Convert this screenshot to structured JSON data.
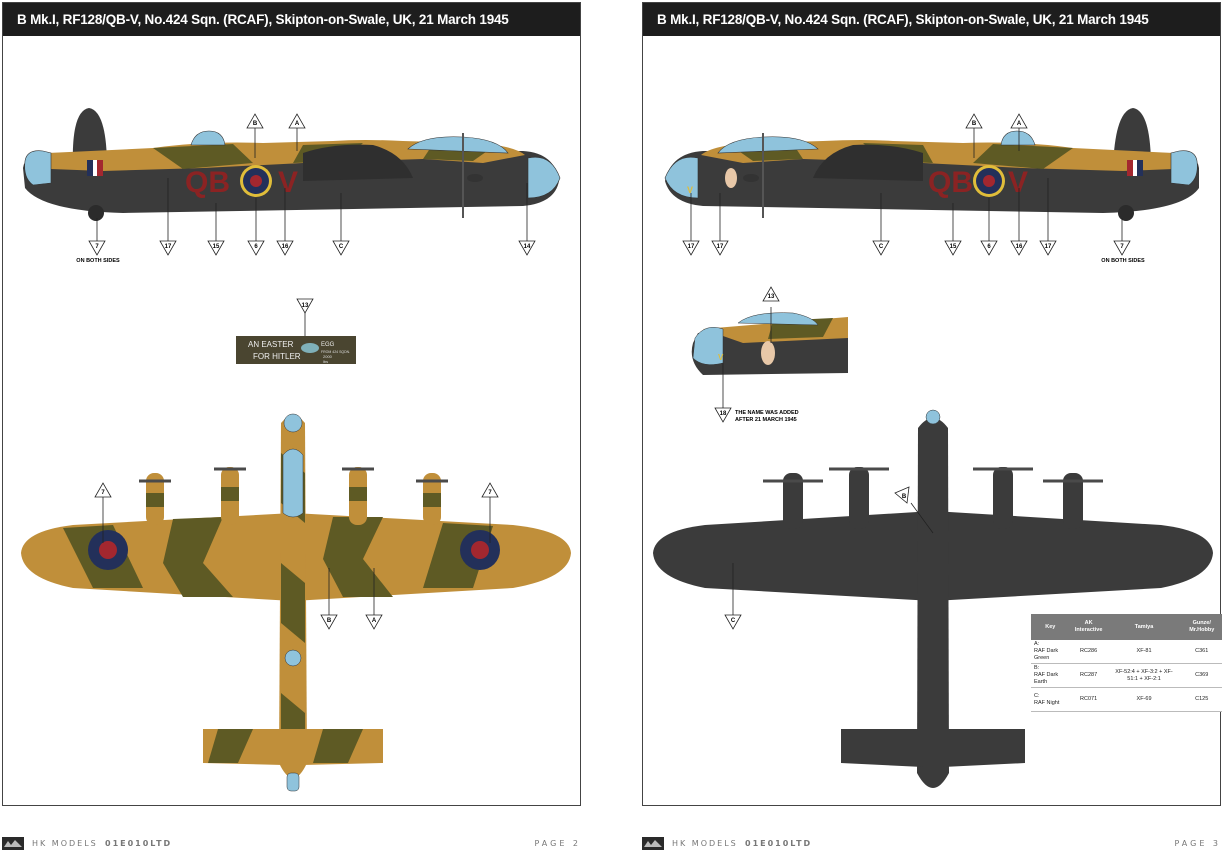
{
  "pages": [
    {
      "title": "B Mk.I, RF128/QB-V, No.424 Sqn. (RCAF), Skipton-on-Swale, UK, 21 March 1945",
      "code_letters": {
        "left": "QB",
        "right": "V"
      },
      "markers": [
        "7",
        "17",
        "15",
        "6",
        "16",
        "C",
        "14",
        "B",
        "A",
        "13",
        "7",
        "7",
        "B",
        "A"
      ],
      "notes": {
        "both_sides": "ON BOTH SIDES"
      },
      "nose_art": {
        "line1": "AN EASTER",
        "line1b": "EGG",
        "line2": "FOR HITLER",
        "small1": "FROM 424 SQDN.",
        "small2": "2000",
        "small3": "lbs"
      },
      "footer": {
        "brand": "HK MODELS",
        "code": "01E010LTD",
        "page": "PAGE 2"
      }
    },
    {
      "title": "B Mk.I, RF128/QB-V, No.424 Sqn. (RCAF), Skipton-on-Swale, UK, 21 March 1945",
      "code_letters": {
        "left": "QB",
        "right": "V"
      },
      "markers": [
        "17",
        "17",
        "C",
        "15",
        "6",
        "16",
        "17",
        "7",
        "B",
        "A",
        "13",
        "18",
        "B",
        "C"
      ],
      "notes": {
        "both_sides": "ON BOTH SIDES",
        "name_note_1": "THE NAME WAS ADDED",
        "name_note_2": "AFTER 21 MARCH 1945"
      },
      "footer": {
        "brand": "HK MODELS",
        "code": "01E010LTD",
        "page": "PAGE 3"
      }
    }
  ],
  "color_key": {
    "headers": [
      "Key",
      "AK Interactive",
      "Tamiya",
      "Gunze/ Mr.Hobby"
    ],
    "rows": [
      {
        "key_letter": "A:",
        "key_name": "RAF Dark Green",
        "ak": "RC286",
        "tamiya": "XF-81",
        "gunze": "C361"
      },
      {
        "key_letter": "B:",
        "key_name": "RAF Dark Earth",
        "ak": "RC287",
        "tamiya": "XF-52:4 + XF-3:2 + XF-51:1 + XF-2:1",
        "gunze": "C369"
      },
      {
        "key_letter": "C:",
        "key_name": "RAF Night",
        "ak": "RC071",
        "tamiya": "XF-69",
        "gunze": "C125"
      }
    ]
  },
  "colors": {
    "dark_green": "#5e5a24",
    "dark_earth": "#c08f3a",
    "night": "#3b3b3b",
    "canopy": "#8fc3dc",
    "roundel_blue": "#23305a",
    "roundel_red": "#a3272f",
    "yellow": "#e0bd3a",
    "code_red": "#8b2323"
  }
}
